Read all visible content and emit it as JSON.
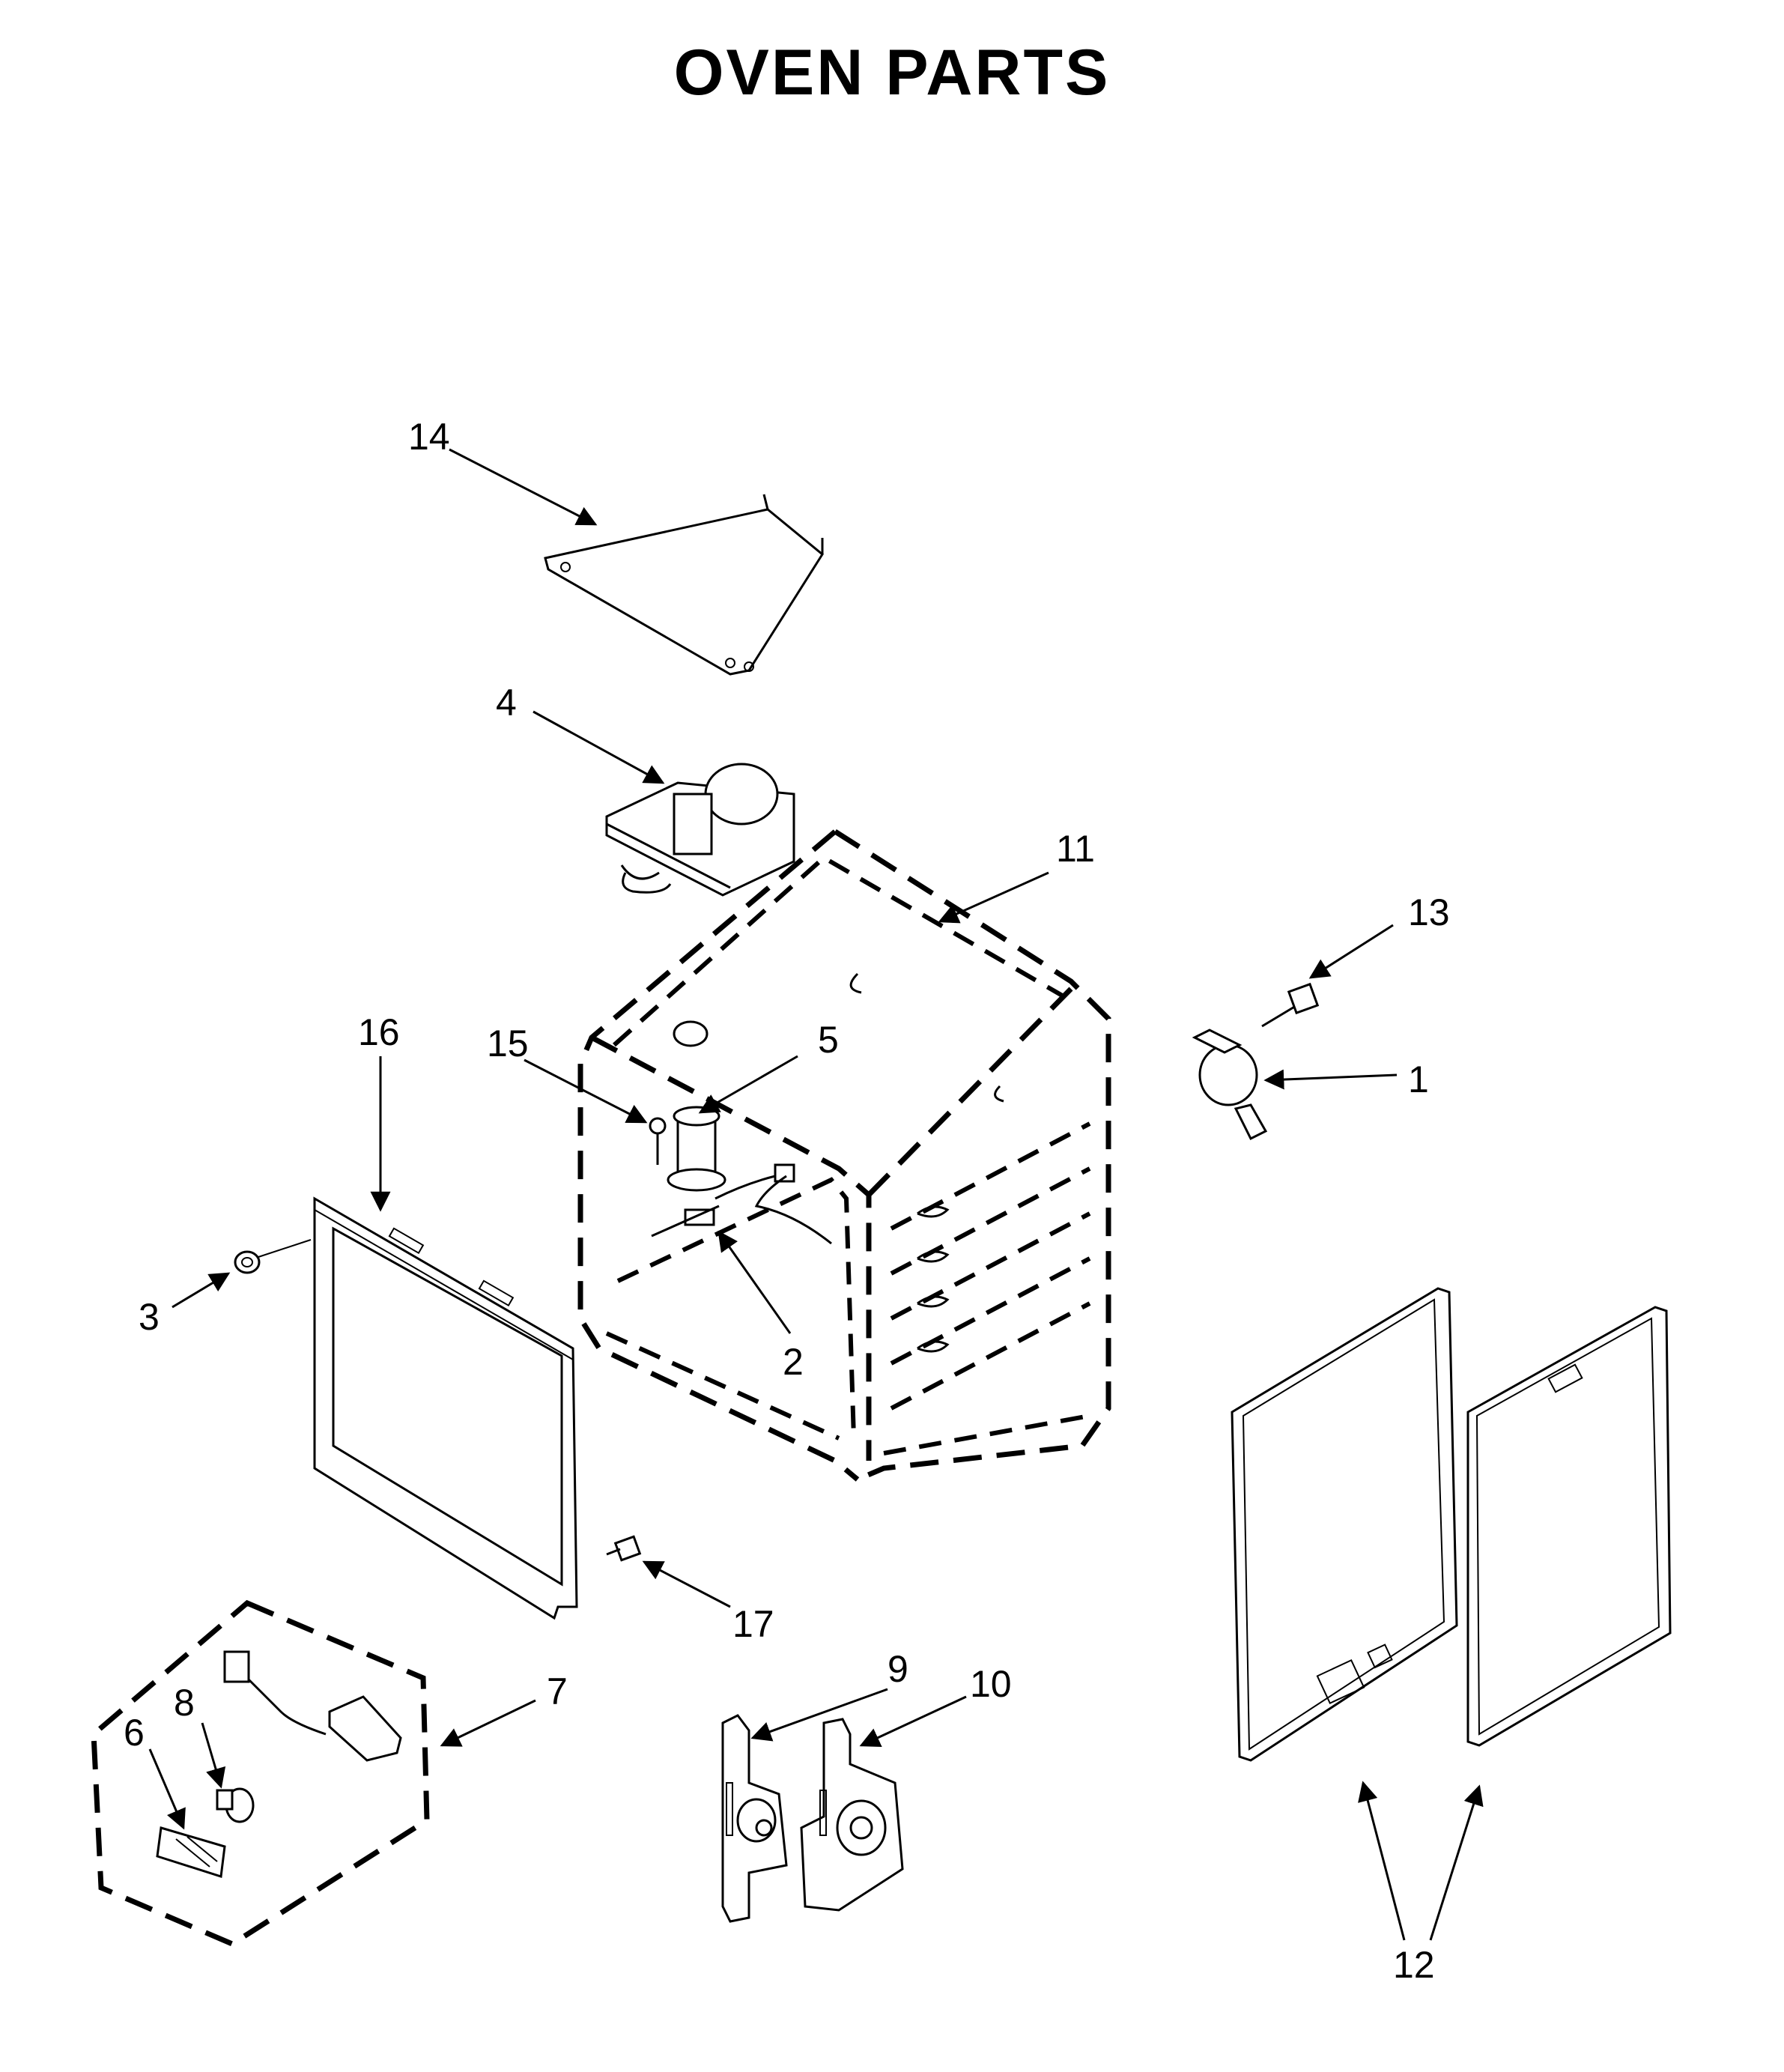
{
  "title": "OVEN PARTS",
  "callouts": [
    {
      "id": "1",
      "label": "1"
    },
    {
      "id": "2",
      "label": "2"
    },
    {
      "id": "3",
      "label": "3"
    },
    {
      "id": "4",
      "label": "4"
    },
    {
      "id": "5",
      "label": "5"
    },
    {
      "id": "6",
      "label": "6"
    },
    {
      "id": "7",
      "label": "7"
    },
    {
      "id": "8",
      "label": "8"
    },
    {
      "id": "9",
      "label": "9"
    },
    {
      "id": "10",
      "label": "10"
    },
    {
      "id": "11",
      "label": "11"
    },
    {
      "id": "12",
      "label": "12"
    },
    {
      "id": "13",
      "label": "13"
    },
    {
      "id": "14",
      "label": "14"
    },
    {
      "id": "15",
      "label": "15"
    },
    {
      "id": "16",
      "label": "16"
    },
    {
      "id": "17",
      "label": "17"
    }
  ]
}
